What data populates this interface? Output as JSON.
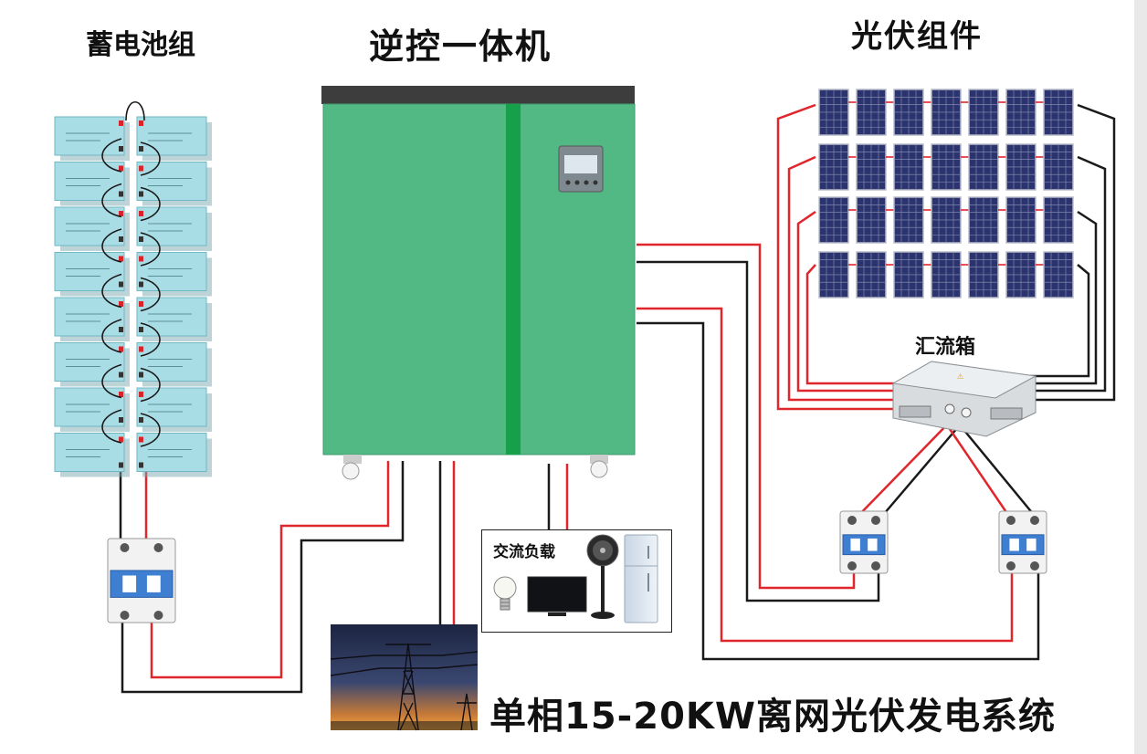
{
  "labels": {
    "battery_bank": "蓄电池组",
    "inverter": "逆控一体机",
    "pv_modules": "光伏组件",
    "combiner_box": "汇流箱",
    "ac_load": "交流负载",
    "system_title": "单相15-20KW离网光伏发电系统"
  },
  "colors": {
    "inverter_body": "#52b985",
    "inverter_stripe": "#16a04a",
    "inverter_top": "#3d3d3d",
    "battery": "#a9dde6",
    "solar_panel": "#2c3470",
    "breaker_blue": "#3f7fd1",
    "wire_red": "#e0262b",
    "wire_black": "#1a1a1a"
  },
  "counts": {
    "battery_columns": 2,
    "batteries_per_column": 8,
    "panel_rows": 4,
    "panels_per_row": 7,
    "breakers": 3
  }
}
